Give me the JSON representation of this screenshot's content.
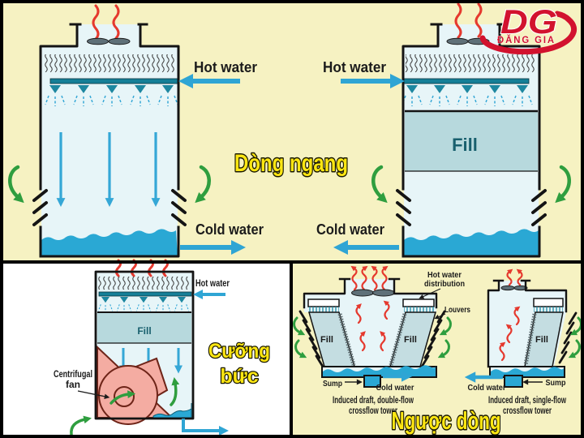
{
  "logo": {
    "initials": "DG",
    "name": "ĐĂNG GIA"
  },
  "overlays": {
    "crossflow": "Dòng ngang",
    "forced_line1": "Cưỡng",
    "forced_line2": "bức",
    "counterflow": "Ngược dòng"
  },
  "top_left_tower": {
    "hot": "Hot water",
    "cold": "Cold water"
  },
  "top_right_tower": {
    "hot": "Hot water",
    "cold": "Cold water",
    "fill": "Fill"
  },
  "bottom_left_tower": {
    "hot": "Hot water",
    "fill": "Fill",
    "fan_label_line1": "Centrifugal",
    "fan_label_line2": "fan"
  },
  "double_flow_tower": {
    "dist_line1": "Hot water",
    "dist_line2": "distribution",
    "louvers": "Louvers",
    "fill_left": "Fill",
    "fill_right": "Fill",
    "sump": "Sump",
    "cold": "Cold water",
    "caption_line1": "Induced draft, double-flow",
    "caption_line2": "crossflow tower"
  },
  "single_flow_tower": {
    "fill": "Fill",
    "sump": "Sump",
    "cold": "Cold water",
    "caption_line1": "Induced draft, single-flow",
    "caption_line2": "crossflow tower"
  },
  "colors": {
    "background": "#F6F2C2",
    "panel_white": "#FFFFFF",
    "tower_interior": "#E7F5F8",
    "fill_media": "#B7D9DD",
    "fill_media_br": "#C4DDE1",
    "water": "#2AA8D4",
    "flow_arrow": "#2FA5D4",
    "pipe": "#157F97",
    "air_green": "#2F9E3F",
    "heat_red": "#E5392E",
    "logo_red": "#D2122E",
    "overlay_yellow": "#FFE712",
    "fan_pink": "#F4ACA2",
    "text_dark": "#1B1B1B"
  }
}
